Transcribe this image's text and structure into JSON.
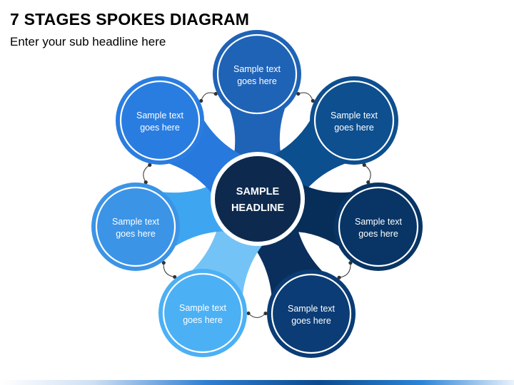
{
  "title": "7 STAGES SPOKES DIAGRAM",
  "subtitle": "Enter your sub headline here",
  "center": {
    "line1": "SAMPLE",
    "line2": "HEADLINE",
    "color": "#0d2a4e"
  },
  "nodes": [
    {
      "line1": "Sample text",
      "line2": "goes here",
      "color": "#1f63b6",
      "spoke": "#1f63b6"
    },
    {
      "line1": "Sample text",
      "line2": "goes here",
      "color": "#0d4f8f",
      "spoke": "#0c4f8e"
    },
    {
      "line1": "Sample text",
      "line2": "goes here",
      "color": "#083565",
      "spoke": "#072e58"
    },
    {
      "line1": "Sample text",
      "line2": "goes here",
      "color": "#0b3c75",
      "spoke": "#0a2f5c"
    },
    {
      "line1": "Sample text",
      "line2": "goes here",
      "color": "#4cb0f4",
      "spoke": "#74c3f7"
    },
    {
      "line1": "Sample text",
      "line2": "goes here",
      "color": "#3b94e6",
      "spoke": "#3ea6f1"
    },
    {
      "line1": "Sample text",
      "line2": "goes here",
      "color": "#2a7de0",
      "spoke": "#2779dd"
    }
  ]
}
